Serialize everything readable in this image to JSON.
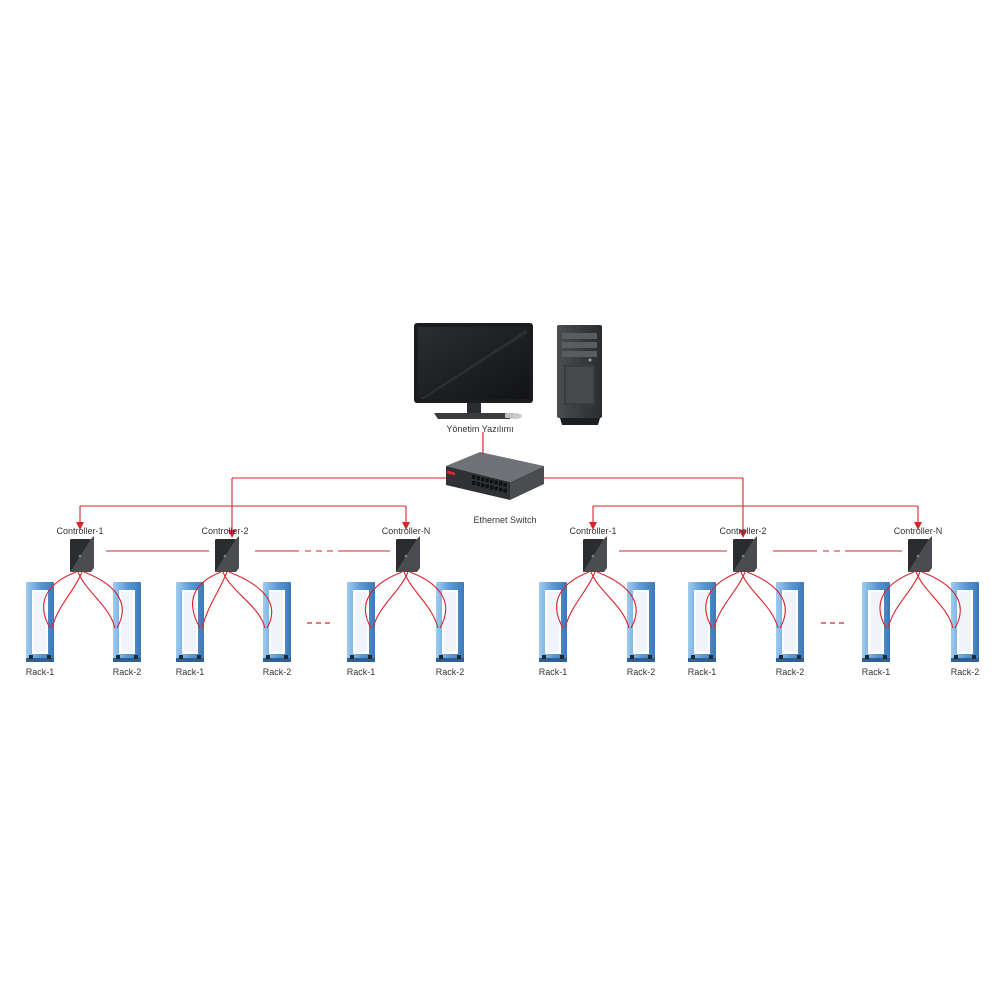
{
  "management": {
    "label": "Yönetim Yazılımı",
    "monitor_icon": "monitor-icon",
    "tower_icon": "pc-tower-icon"
  },
  "switch": {
    "label": "Ethernet Switch",
    "icon": "ethernet-switch-icon"
  },
  "colors": {
    "link": "#d7262e",
    "rack": "#4f8fcf",
    "rack_light": "#8ec0ea",
    "device": "#2a2c30",
    "background": "#ffffff"
  },
  "groups": [
    {
      "controllers": [
        {
          "label": "Controller-1"
        },
        {
          "label": "Controller-2"
        },
        {
          "label": "Controller-N"
        }
      ],
      "racks": [
        "Rack-1",
        "Rack-2"
      ]
    },
    {
      "controllers": [
        {
          "label": "Controller-1"
        },
        {
          "label": "Controller-2"
        },
        {
          "label": "Controller-N"
        }
      ],
      "racks": [
        "Rack-1",
        "Rack-2"
      ]
    }
  ]
}
